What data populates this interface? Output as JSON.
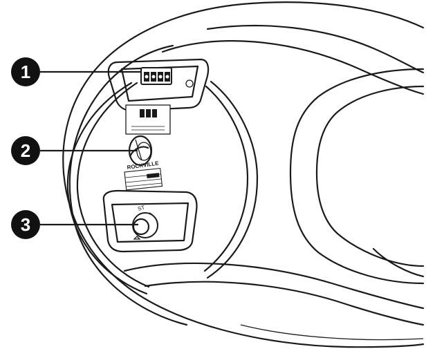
{
  "callouts": [
    {
      "label": "1",
      "part": "terminal-block"
    },
    {
      "label": "2",
      "part": "tap-selector"
    },
    {
      "label": "3",
      "part": "adjustment-knob"
    }
  ],
  "brand_label": "ROCKVILLE",
  "knob_label": "ST",
  "colors": {
    "line": "#1a1a1a",
    "callout_fill": "#111111",
    "background": "#ffffff"
  },
  "icons": [
    "speaker-back-housing",
    "terminal-block-icon",
    "tap-selector-icon",
    "adjustment-knob-icon"
  ]
}
